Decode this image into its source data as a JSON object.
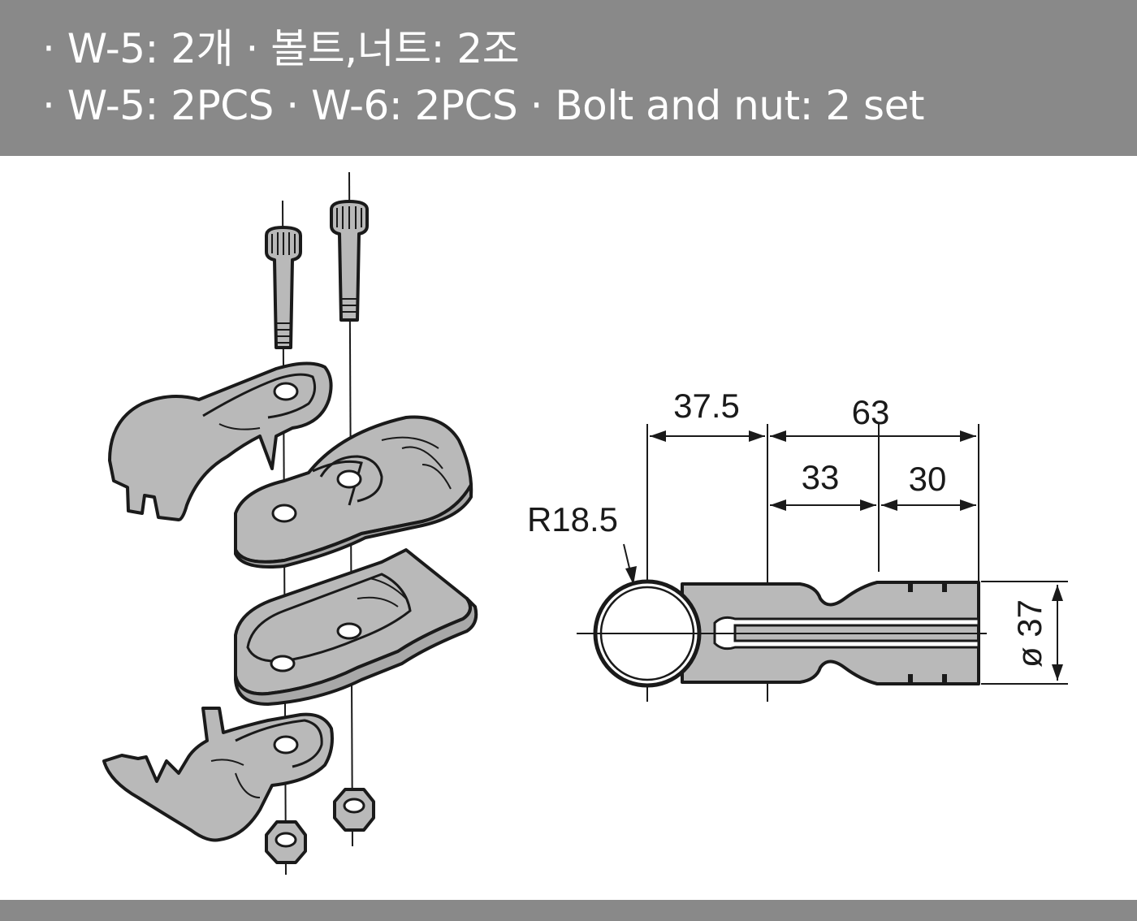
{
  "header": {
    "line1": "· W-5: 2개   · 볼트,너트: 2조",
    "line2": "· W-5: 2PCS · W-6: 2PCS · Bolt and nut: 2 set"
  },
  "dimensions": {
    "overall_left": "37.5",
    "overall_right": "63",
    "segment_a": "33",
    "segment_b": "30",
    "radius": "R18.5",
    "diameter": "ø 37"
  },
  "colors": {
    "header_bg": "#898989",
    "part_fill": "#b9b9b9",
    "line": "#1a1a1a"
  }
}
